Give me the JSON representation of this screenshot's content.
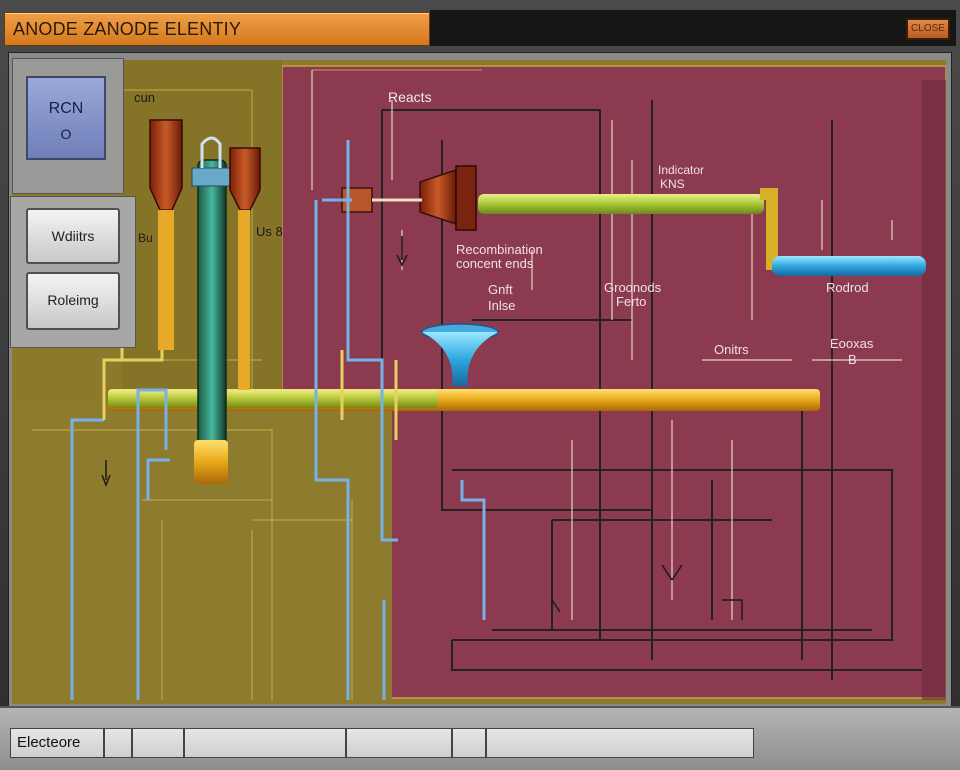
{
  "window": {
    "title": "ANODE ZANODE ELENTIY",
    "close_label": "CLOSE"
  },
  "sidebar": {
    "rcn_button": {
      "line1": "RCN",
      "line2": "O"
    },
    "buttons": [
      {
        "label": "Wdiitrs"
      },
      {
        "label": "Roleimg"
      }
    ]
  },
  "diagram": {
    "labels": {
      "header_reacts": "Reacts",
      "top_left": "cun",
      "mid_left": "Bu",
      "small_left": "Us 8",
      "indicator_line1": "Indicator",
      "indicator_line2": "KNS",
      "recombination_line1": "Recombination",
      "recombination_line2": "concent ends",
      "gnft_line1": "Gnft",
      "gnft_line2": "Inlse",
      "groonods_line1": "Groonods",
      "groonods_line2": "Ferto",
      "rodrod": "Rodrod",
      "onitrs": "Onitrs",
      "eooxas_line1": "Eooxas",
      "eooxas_line2": "B"
    },
    "colors": {
      "maroon": "#8b3a50",
      "olive": "#8c7a2c",
      "pipe_yellow": "#e8b020",
      "pipe_green": "#b8d048",
      "pipe_cyan": "#3ab8e0",
      "accent_orange": "#d4781c"
    }
  },
  "statusbar": {
    "cells": [
      "Electeore",
      "",
      "",
      "",
      "",
      "",
      ""
    ]
  }
}
